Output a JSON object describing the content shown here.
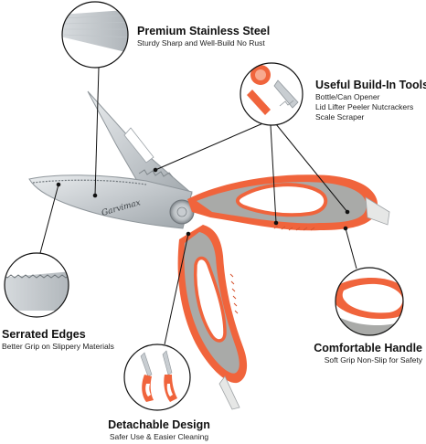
{
  "brand": "Garvimax",
  "callouts": {
    "stainless": {
      "title": "Premium Stainless Steel",
      "sub": "Sturdy Sharp and Well-Build No Rust"
    },
    "tools": {
      "title": "Useful Build-In Tools",
      "lines": [
        "Bottle/Can Opener",
        "Lid Lifter Peeler Nutcrackers",
        "Scale Scraper"
      ]
    },
    "serrated": {
      "title": "Serrated Edges",
      "sub": "Better Grip on Slippery Materials"
    },
    "handle": {
      "title": "Comfortable Handle",
      "sub": "Soft Grip Non-Slip for Safety"
    },
    "detachable": {
      "title": "Detachable Design",
      "sub": "Safer Use & Easier Cleaning"
    }
  },
  "colors": {
    "accent": "#f0643c",
    "handle_gray": "#a9aaa8",
    "blade_steel": "#cfd3d6",
    "line": "#111111"
  }
}
